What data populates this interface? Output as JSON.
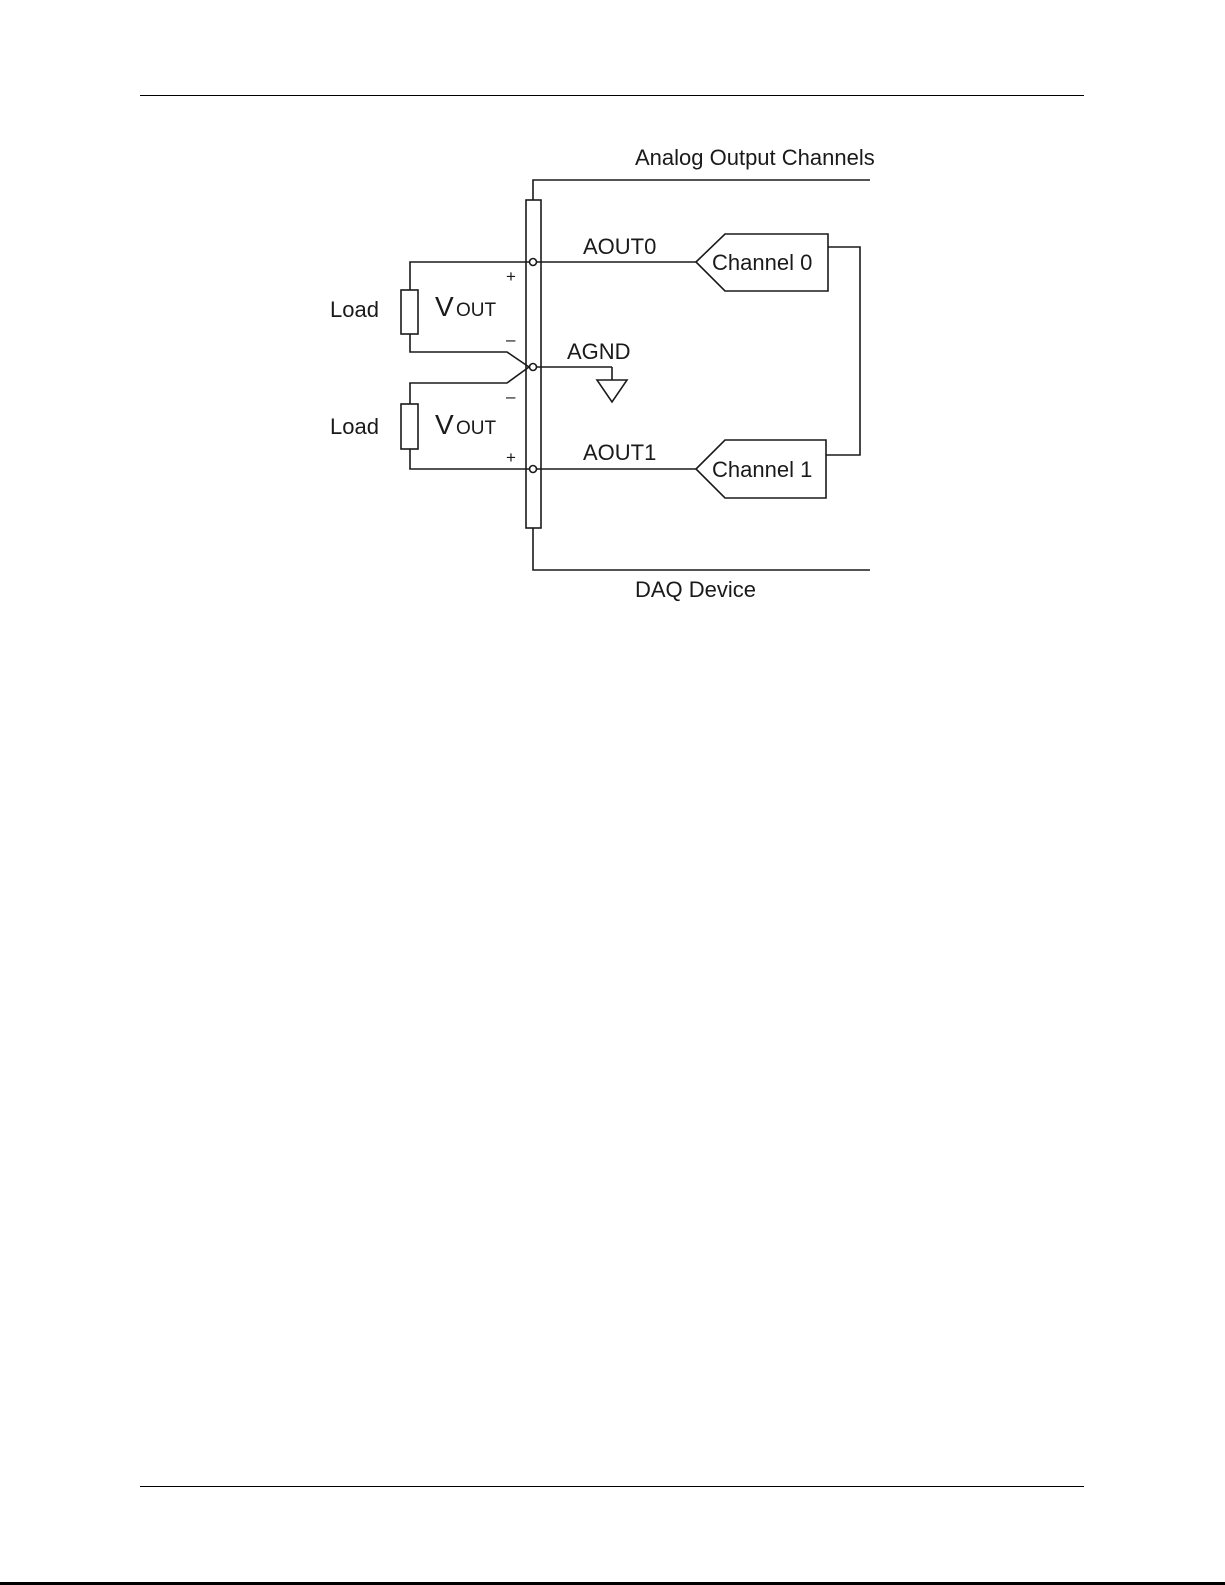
{
  "diagram": {
    "title_top": "Analog Output Channels",
    "title_bottom": "DAQ Device",
    "signals": {
      "aout0": "AOUT0",
      "aout1": "AOUT1",
      "agnd": "AGND"
    },
    "channels": {
      "ch0": "Channel 0",
      "ch1": "Channel 1"
    },
    "loads": [
      {
        "label": "Load",
        "v_main": "V",
        "v_sub": "OUT",
        "top_sign": "+",
        "bottom_sign": "–"
      },
      {
        "label": "Load",
        "v_main": "V",
        "v_sub": "OUT",
        "top_sign": "–",
        "bottom_sign": "+"
      }
    ]
  }
}
